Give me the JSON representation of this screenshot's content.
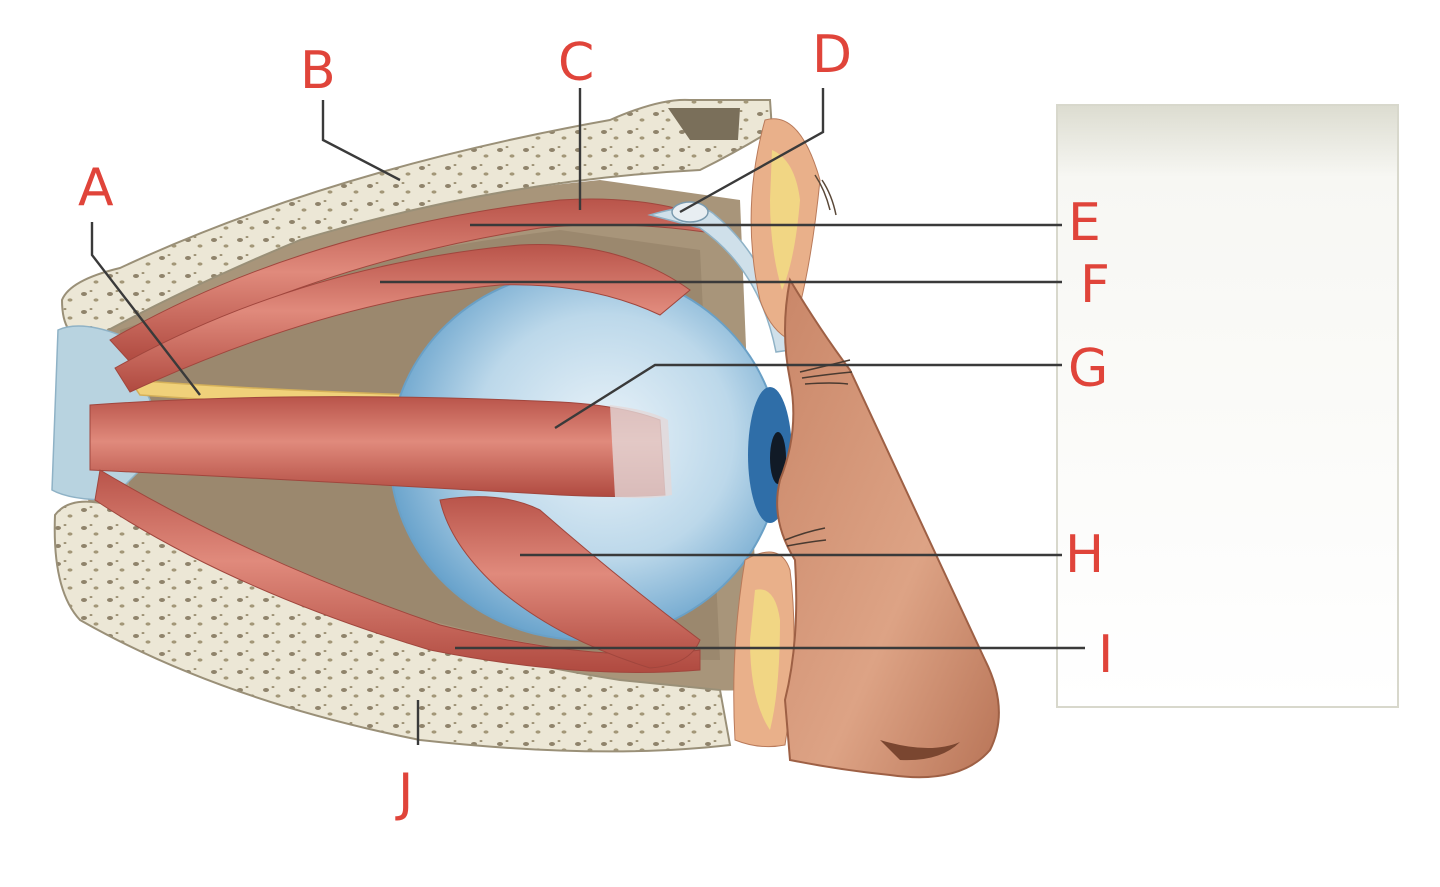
{
  "diagram": {
    "labels": {
      "a": "A",
      "b": "B",
      "c": "C",
      "d": "D",
      "e": "E",
      "f": "F",
      "g": "G",
      "h": "H",
      "i": "I",
      "j": "J"
    }
  },
  "colors": {
    "label": "#e0443a",
    "leader": "#3a3a3a",
    "muscle": "#cf6c5e",
    "bone": "#e9e4d3",
    "eyeball": "#a9cde3",
    "skin": "#d59a78",
    "fat": "#f1d684",
    "cavity": "#9e8c72"
  }
}
